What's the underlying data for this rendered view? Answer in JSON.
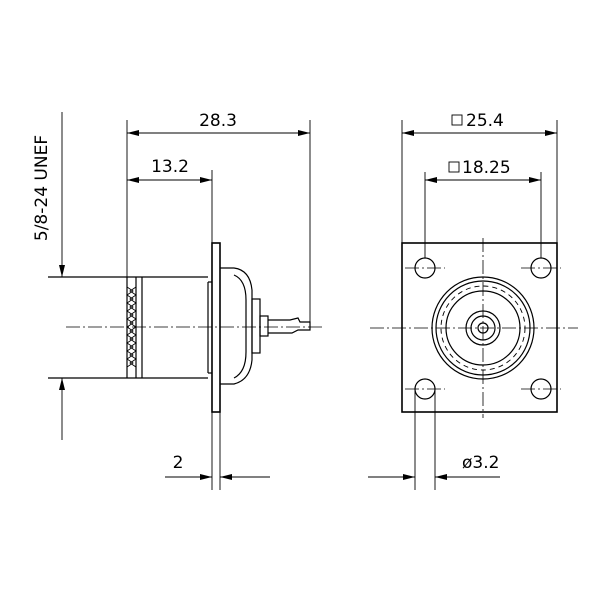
{
  "dimensions": {
    "overall_length": "28.3",
    "body_length": "13.2",
    "thread": "5/8-24 UNEF",
    "flange_thickness": "2",
    "flange_square": "25.4",
    "hole_square": "18.25",
    "hole_diameter": "ø3.2"
  }
}
